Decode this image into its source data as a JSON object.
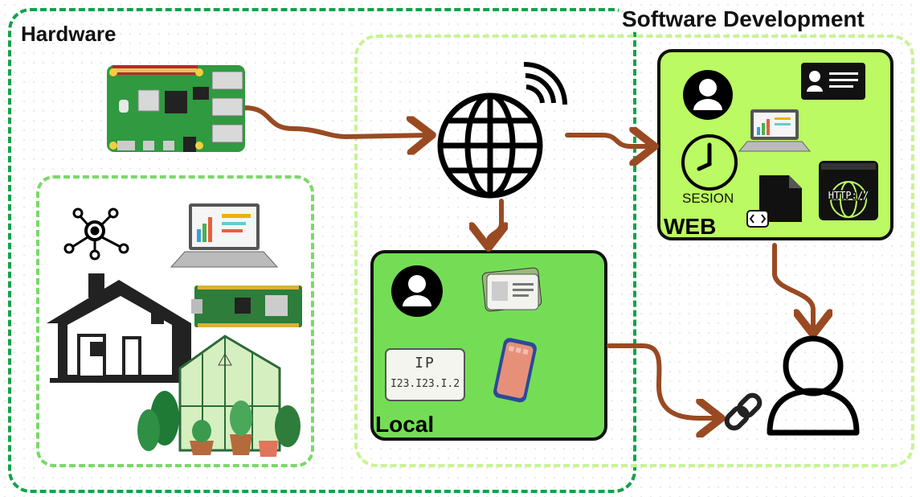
{
  "regions": {
    "hardware_title": "Hardware",
    "software_title": "Software Development"
  },
  "web": {
    "label": "WEB",
    "session_text": "SESION",
    "http_text": "HTTP://"
  },
  "local": {
    "label": "Local",
    "ip_line1": "IP",
    "ip_line2": "I23.I23.I.2"
  },
  "colors": {
    "hardware_border": "#0fa34a",
    "software_border": "#c8f394",
    "home_border": "#7bd86a",
    "web_fill": "#bbfa62",
    "local_fill": "#74dd55",
    "arrow": "#9a4a22"
  },
  "icons": [
    "raspberry-pi-board-icon",
    "globe-wifi-icon",
    "user-icon",
    "id-card-icon",
    "laptop-chart-icon",
    "clock-icon",
    "code-file-icon",
    "http-browser-icon",
    "smartphone-icon",
    "link-chain-icon",
    "network-hub-icon",
    "house-icon",
    "pico-board-icon",
    "greenhouse-icon",
    "plant-icon"
  ]
}
